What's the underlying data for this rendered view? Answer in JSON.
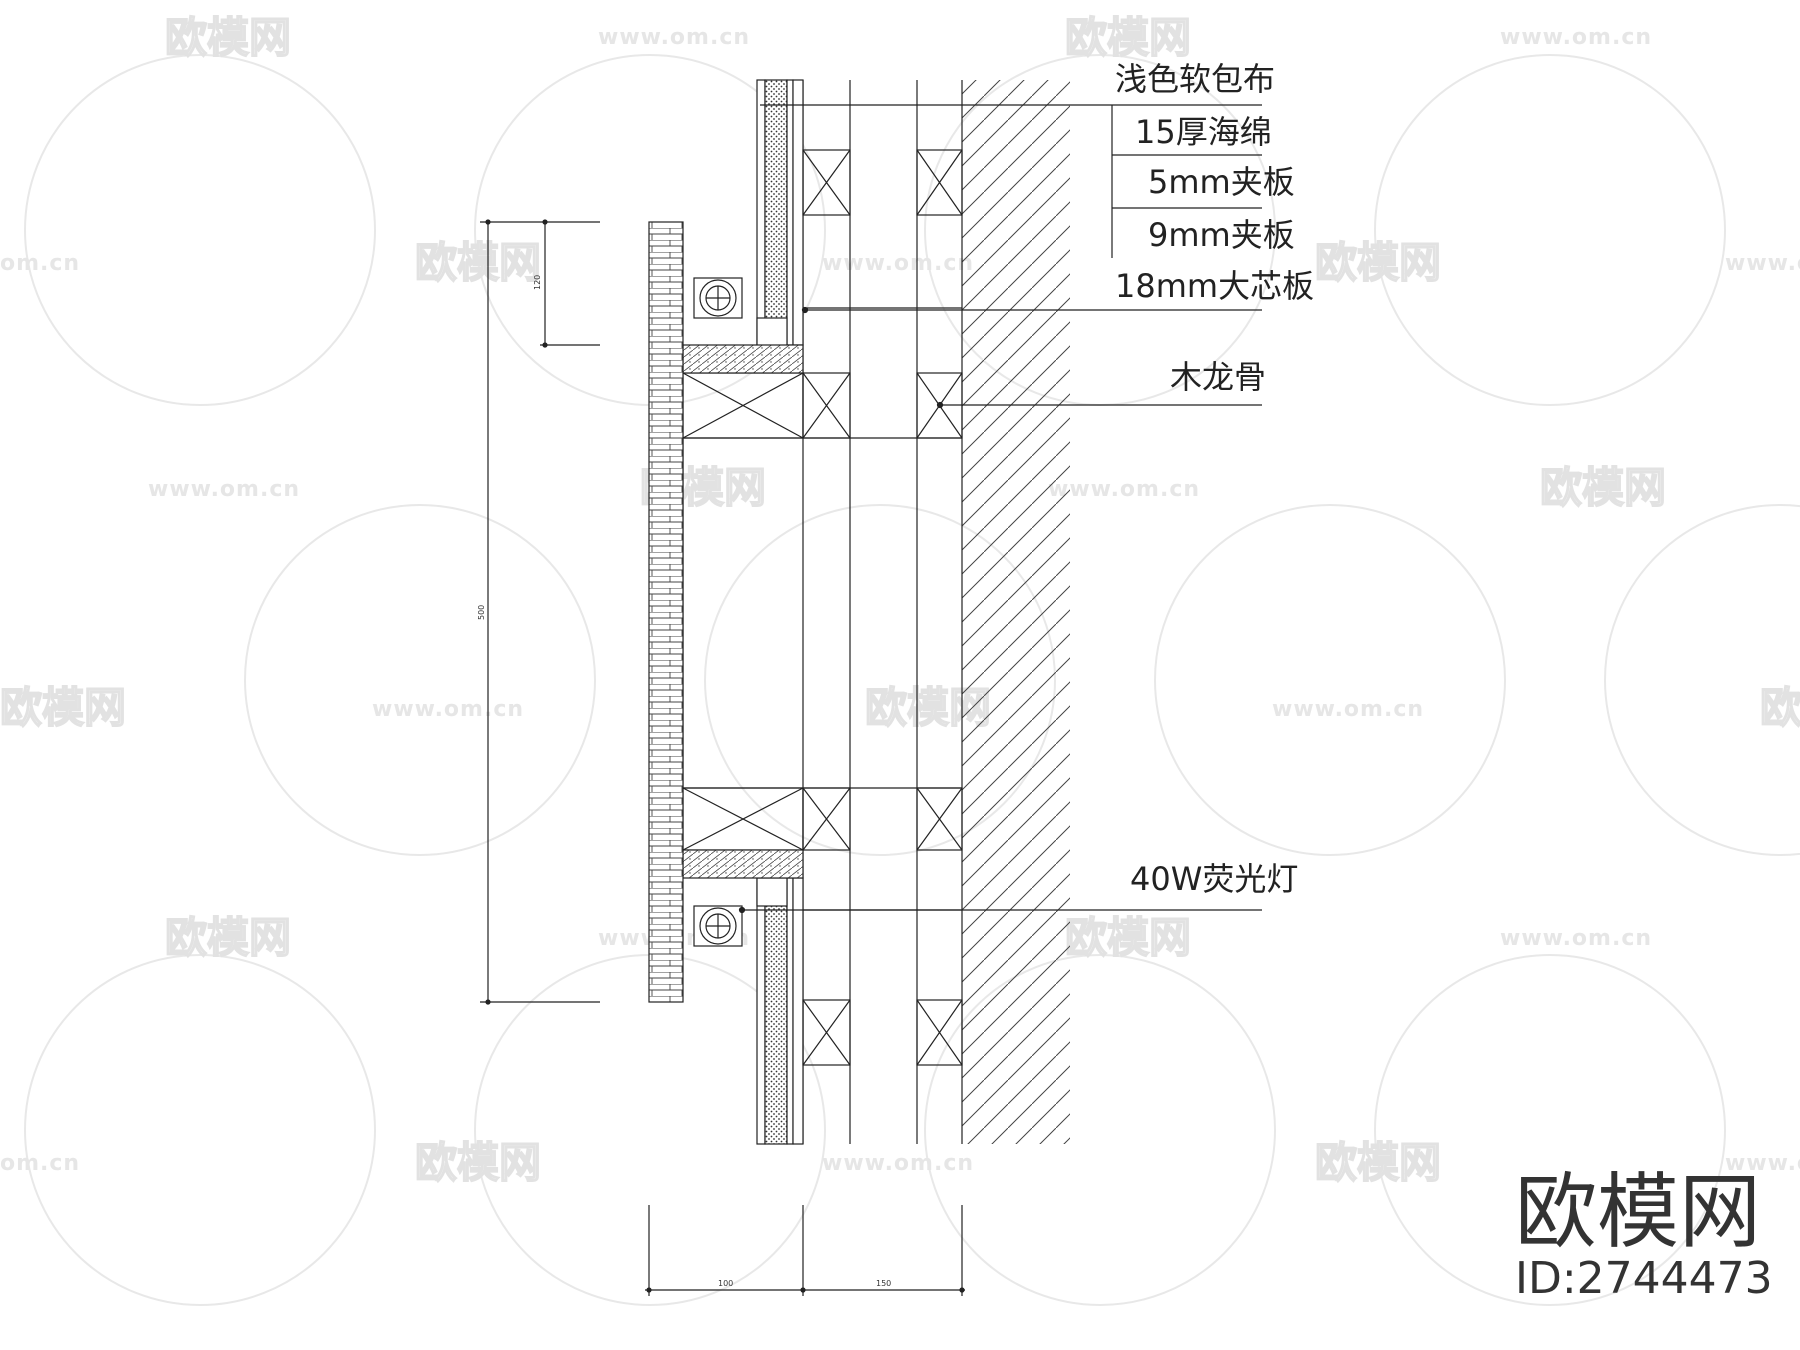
{
  "watermark": {
    "logo_text": "欧模网",
    "url_text": "www.om.cn",
    "partial_url_text": "om.cn",
    "partial_logo_text": "欧模网"
  },
  "labels": {
    "fabric": "浅色软包布",
    "sponge": "15厚海绵",
    "plywood_5": "5mm夹板",
    "plywood_9": "9mm夹板",
    "blockboard_18": "18mm大芯板",
    "wood_keel": "木龙骨",
    "fluorescent": "40W荧光灯"
  },
  "dimensions": {
    "dim_120": "120",
    "dim_500": "500",
    "dim_100": "100",
    "dim_150": "150"
  },
  "brand": {
    "name": "欧模网",
    "id": "ID:2744473"
  },
  "colors": {
    "line": "#222222",
    "watermark": "#e2e2e2"
  }
}
